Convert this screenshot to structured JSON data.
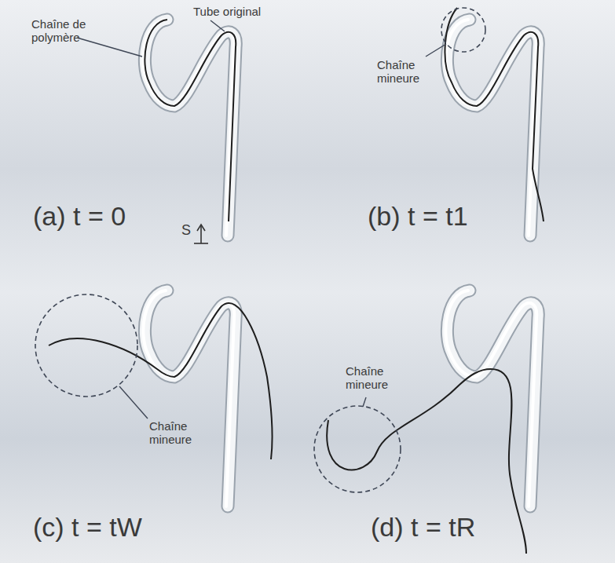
{
  "diagram": {
    "labels": [
      "Chaîne de polymère",
      "Tube original",
      "(a) t = 0",
      "S",
      "Chaîne mineure",
      "(b) t = t1",
      "Chaîne mineure",
      "(c) t = tW",
      "Chaîne mineure",
      "(d) t = tR"
    ]
  }
}
